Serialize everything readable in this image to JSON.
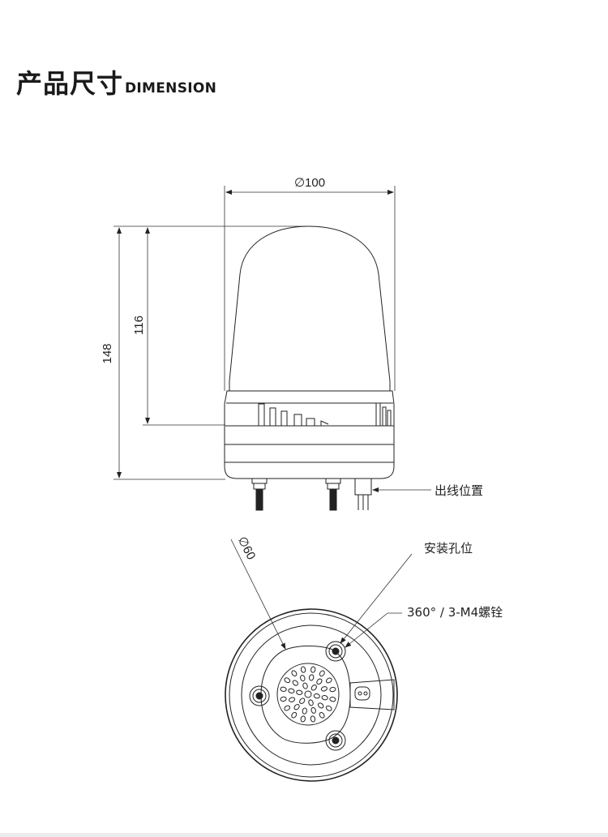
{
  "header": {
    "title_cn": "产品尺寸",
    "title_en": "DIMENSION"
  },
  "dimensions": {
    "diameter": "∅100",
    "total_height": "148",
    "dome_height": "116",
    "mount_diameter": "∅60"
  },
  "callouts": {
    "cable_exit": "出线位置",
    "mount_holes": "安装孔位",
    "bolts": "360° / 3-M4螺铨"
  },
  "colors": {
    "line": "#222222",
    "dim_line": "#333333",
    "background": "#ffffff"
  }
}
